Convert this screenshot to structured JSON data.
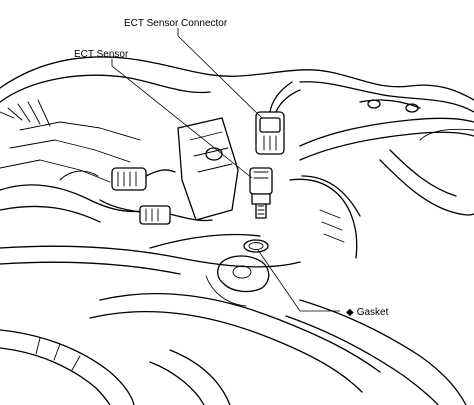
{
  "labels": {
    "ect_sensor_connector": "ECT Sensor Connector",
    "ect_sensor": "ECT Sensor",
    "gasket": "Gasket"
  },
  "icons": {
    "gasket_bullet": "diamond-bullet"
  },
  "colors": {
    "ink": "#000000",
    "background": "#ffffff"
  }
}
